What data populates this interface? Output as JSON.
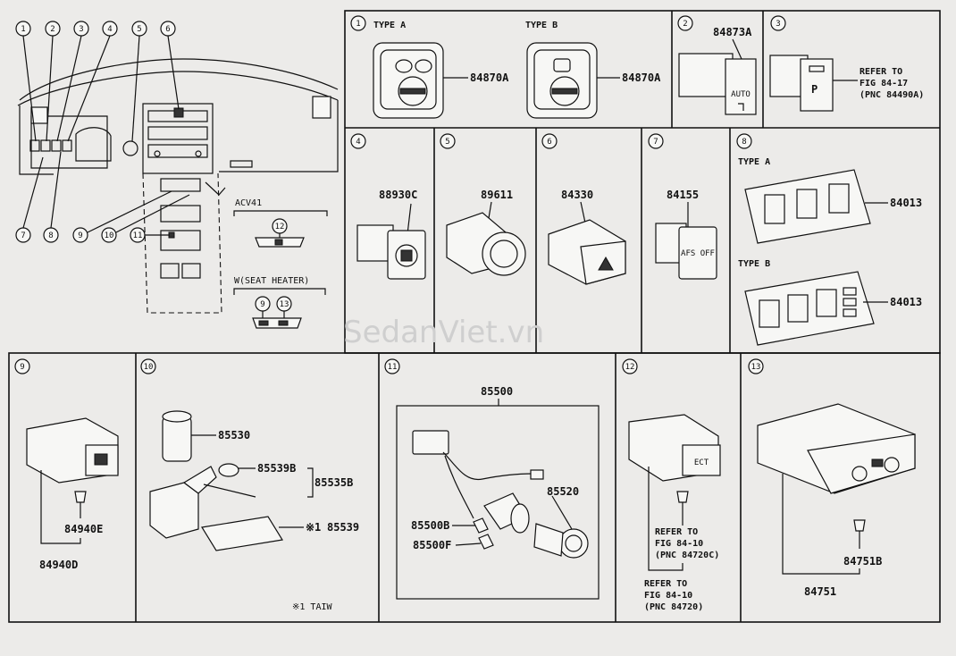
{
  "overview": {
    "callouts_top": [
      "1",
      "2",
      "3",
      "4",
      "5",
      "6"
    ],
    "callouts_bottom": [
      "7",
      "8",
      "9",
      "10",
      "11"
    ],
    "acv41": {
      "label": "ACV41",
      "ref": "12"
    },
    "seat_heater": {
      "label": "W(SEAT HEATER)",
      "refs": [
        "9",
        "13"
      ]
    }
  },
  "watermark": "SedanViet.vn",
  "panels": {
    "p1": {
      "num": "1",
      "type_a": "TYPE A",
      "type_b": "TYPE B",
      "part_a": "84870A",
      "part_b": "84870A"
    },
    "p2": {
      "num": "2",
      "part": "84873A",
      "btn": "AUTO"
    },
    "p3": {
      "num": "3",
      "refer": [
        "REFER TO",
        "FIG 84-17",
        "(PNC 84490A)"
      ],
      "btn": "P"
    },
    "p4": {
      "num": "4",
      "part": "88930C"
    },
    "p5": {
      "num": "5",
      "part": "89611"
    },
    "p6": {
      "num": "6",
      "part": "84330"
    },
    "p7": {
      "num": "7",
      "part": "84155",
      "btn": "AFS OFF"
    },
    "p8": {
      "num": "8",
      "type_a": "TYPE A",
      "type_b": "TYPE B",
      "part_a": "84013",
      "part_b": "84013"
    },
    "p9": {
      "num": "9",
      "part_1": "84940E",
      "part_2": "84940D"
    },
    "p10": {
      "num": "10",
      "parts": [
        "85530",
        "85539B",
        "85535B",
        "85539"
      ],
      "note_mark": "※1",
      "footnote": "※1 TAIW"
    },
    "p11": {
      "num": "11",
      "parts": [
        "85500",
        "85520",
        "85500B",
        "85500F"
      ]
    },
    "p12": {
      "num": "12",
      "btn": "ECT",
      "refer_1": [
        "REFER TO",
        "FIG 84-10",
        "(PNC 84720C)"
      ],
      "refer_2": [
        "REFER TO",
        "FIG 84-10",
        "(PNC 84720)"
      ]
    },
    "p13": {
      "num": "13",
      "part_1": "84751B",
      "part_2": "84751"
    }
  }
}
